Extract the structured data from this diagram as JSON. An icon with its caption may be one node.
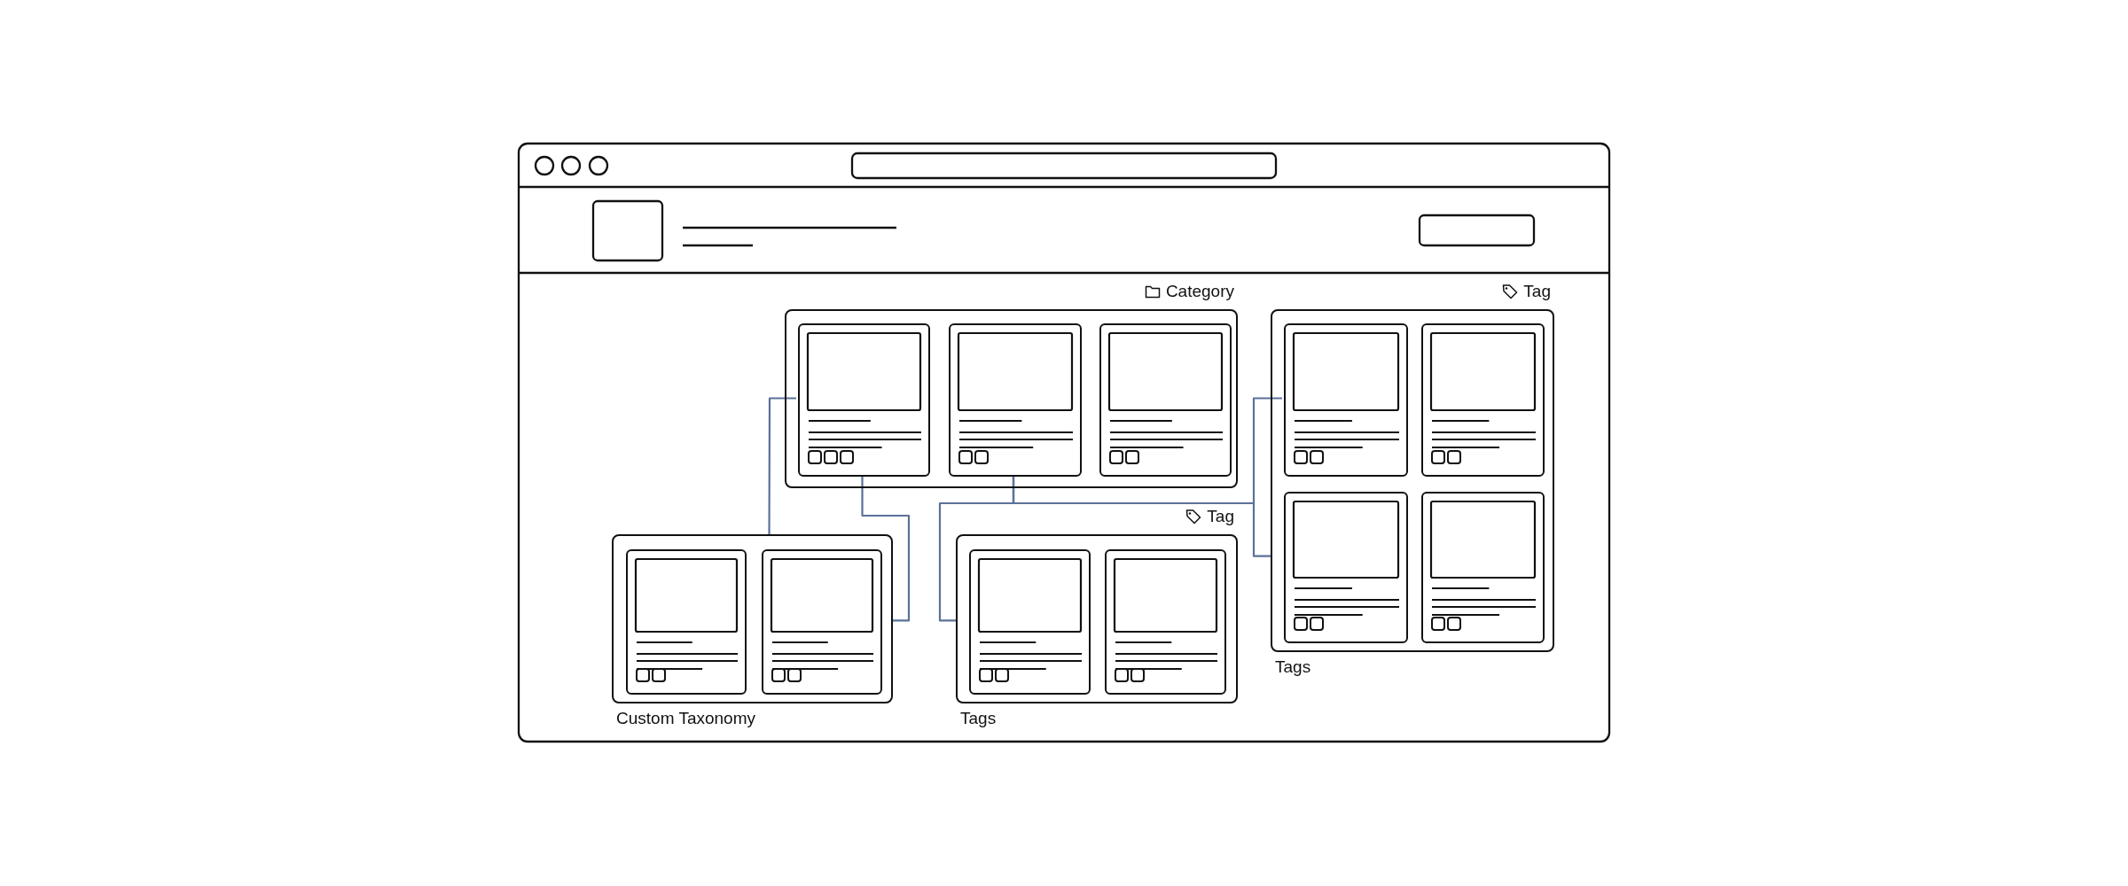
{
  "diagram": {
    "nodes": [
      {
        "text": [
          "Category"
        ]
      },
      {
        "text": [],
        "shape": "box",
        "in": 0
      },
      {
        "text": [],
        "shape": "box",
        "in": 0
      },
      {
        "text": [],
        "shape": "box",
        "in": 0
      },
      {
        "text": [
          "Tag"
        ],
        "beside": [
          "Tags"
        ]
      },
      {
        "text": [],
        "shape": "box",
        "in": 4
      },
      {
        "text": [],
        "shape": "box",
        "in": 4
      },
      {
        "text": [],
        "shape": "box",
        "in": 4
      },
      {
        "text": [],
        "shape": "box",
        "in": 4
      },
      {
        "text": [
          "Tag"
        ],
        "beside": [
          "Tags"
        ]
      },
      {
        "text": [],
        "shape": "box",
        "in": 9
      },
      {
        "text": [],
        "shape": "box",
        "in": 9
      },
      {
        "text": [
          "Custom Taxonomy"
        ]
      },
      {
        "text": [],
        "shape": "box",
        "in": 12
      },
      {
        "text": [],
        "shape": "box",
        "in": 12
      }
    ],
    "edges": [
      {
        "from": 1,
        "to": 12,
        "arrow": "none"
      },
      {
        "from": 1,
        "to": 12,
        "arrow": "none"
      },
      {
        "from": 2,
        "to": 9,
        "arrow": "none"
      },
      {
        "from": 2,
        "to": 5,
        "arrow": "none"
      },
      {
        "from": 2,
        "to": 4,
        "arrow": "none"
      }
    ]
  }
}
